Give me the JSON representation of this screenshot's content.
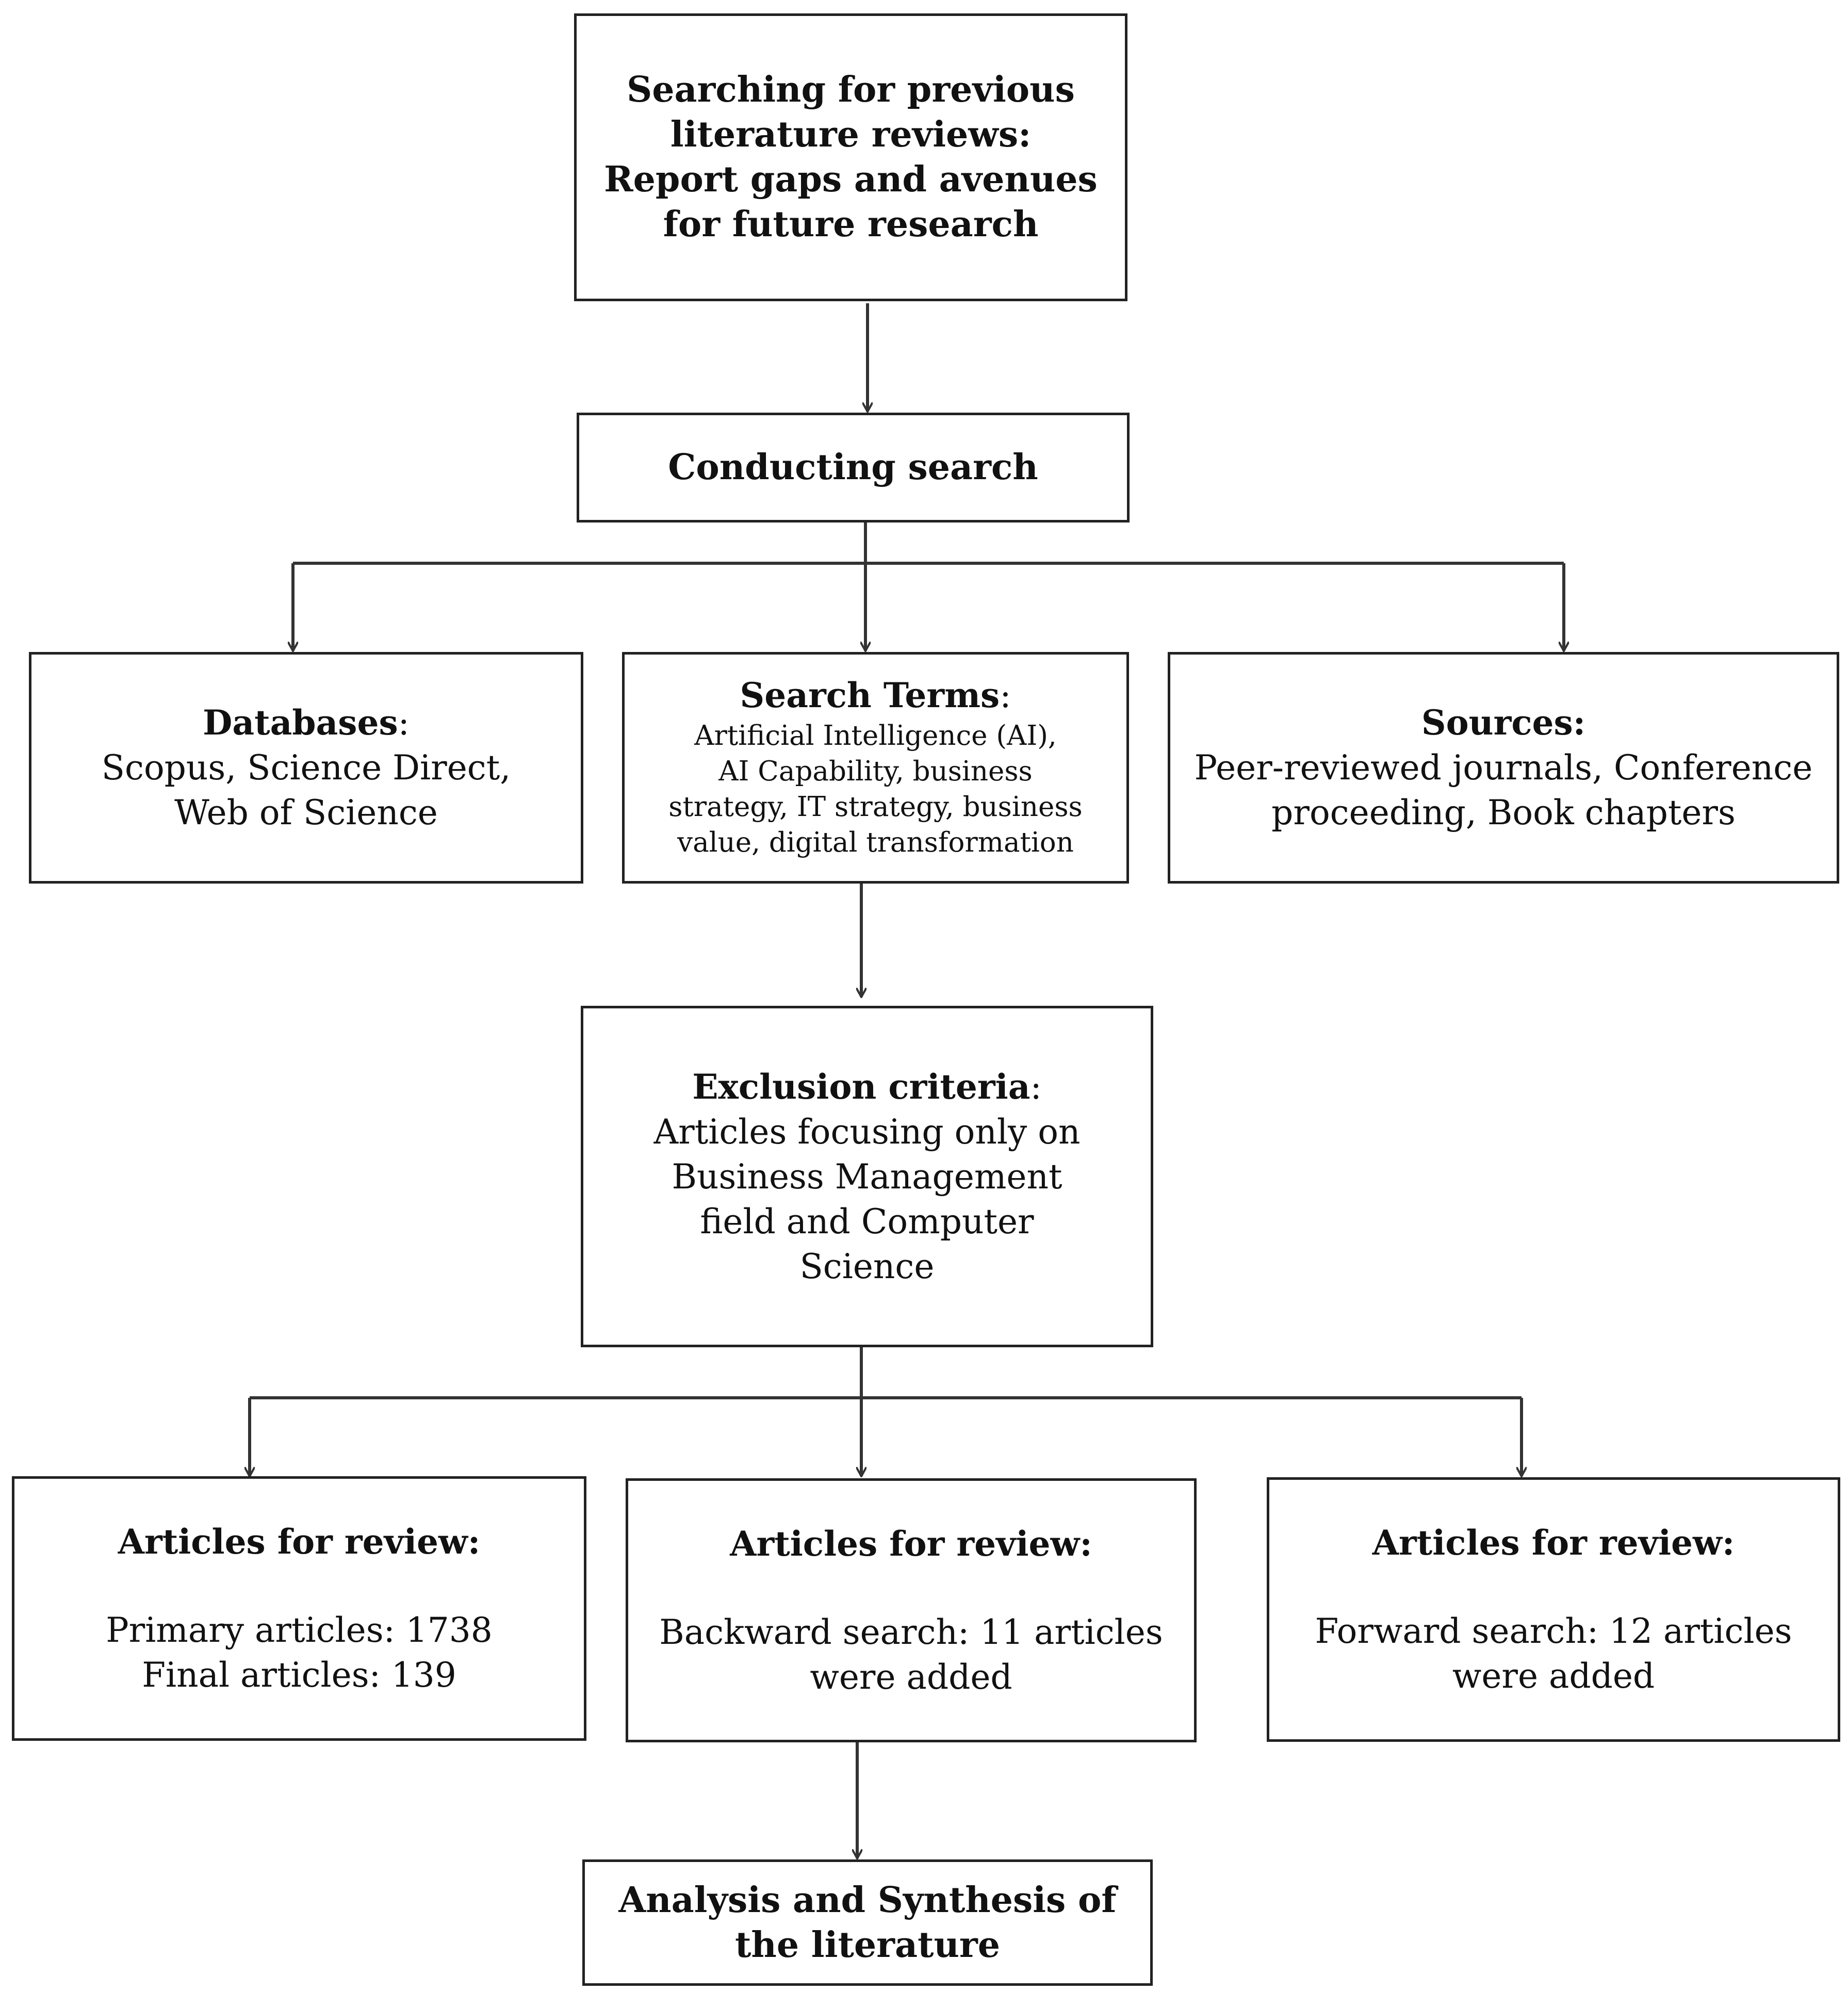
{
  "diagram": {
    "search_box": {
      "lines": [
        "Searching for previous",
        "literature reviews:",
        "Report gaps and avenues",
        "for future research"
      ]
    },
    "conduct_box": {
      "label": "Conducting search"
    },
    "databases_box": {
      "heading": "Databases",
      "suffix": ":",
      "lines": [
        "Scopus, Science Direct,",
        "Web of Science"
      ]
    },
    "terms_box": {
      "heading": "Search Terms",
      "suffix": ":",
      "lines": [
        "Artificial Intelligence (AI),",
        "AI Capability, business",
        "strategy, IT strategy, business",
        "value, digital transformation"
      ]
    },
    "sources_box": {
      "heading": "Sources:",
      "lines": [
        "Peer-reviewed journals, Conference",
        "proceeding, Book chapters"
      ]
    },
    "exclusion_box": {
      "heading": "Exclusion criteria",
      "suffix": ":",
      "lines": [
        "Articles focusing only on",
        "Business Management",
        "field and Computer",
        "Science"
      ]
    },
    "review_primary_box": {
      "heading": "Articles for review:",
      "lines": [
        "Primary articles:  1738",
        "Final articles: 139"
      ]
    },
    "review_backward_box": {
      "heading": "Articles for review:",
      "lines": [
        "Backward search: 11 articles",
        "were added"
      ]
    },
    "review_forward_box": {
      "heading": "Articles for review:",
      "lines": [
        "Forward search: 12 articles",
        "were added"
      ]
    },
    "analysis_box": {
      "lines": [
        "Analysis and Synthesis of",
        "the literature"
      ]
    }
  }
}
